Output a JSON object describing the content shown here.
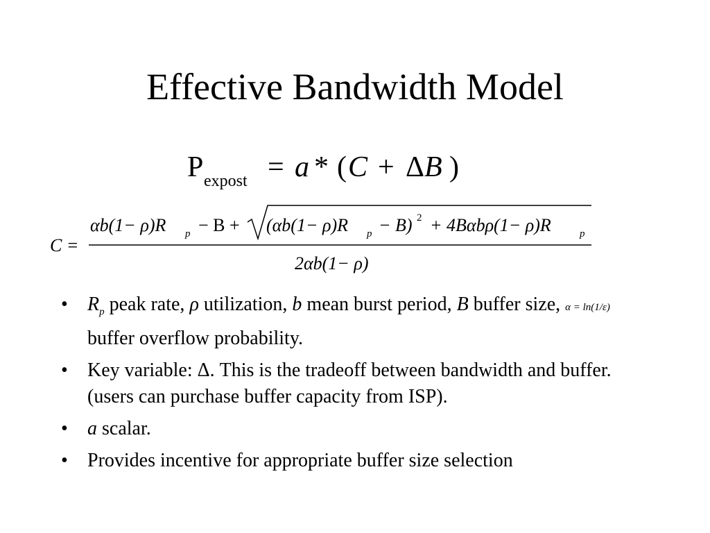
{
  "slide": {
    "title": "Effective Bandwidth Model"
  },
  "formula1": {
    "lhs_symbol": "P",
    "lhs_subscript": "expost",
    "equals": "=",
    "a": "a",
    "star": "*",
    "paren_open": "(",
    "c": "C",
    "plus": "+",
    "delta": "Δ",
    "b": "B",
    "paren_close": ")"
  },
  "formula2": {
    "lhs": "C =",
    "numerator_left": "αb(1− ρ)R",
    "numerator_left_sub": "p",
    "numerator_minus_b": "− B +",
    "radicand_part1": "(αb(1− ρ)R",
    "radicand_sub1": "p",
    "radicand_part2": "− B)",
    "radicand_sup": "2",
    "radicand_part3": "+ 4Bαbρ(1− ρ)R",
    "radicand_sub2": "p",
    "denominator": "2αb(1− ρ)"
  },
  "bullets": {
    "b1": {
      "rp": "R",
      "rp_sub": "p",
      "peak": " peak rate, ",
      "rho": "ρ",
      "util": " utilization, ",
      "b": "b",
      "burst": " mean burst period, ",
      "bigb": "B",
      "buffer": " buffer size,",
      "alpha_formula": "α = ln(1/ε)",
      "overflow": "buffer overflow probability."
    },
    "b2": "Key variable:  Δ. This is the tradeoff between bandwidth and buffer. (users can purchase buffer capacity from ISP).",
    "b3": {
      "a": "a",
      "rest": " scalar."
    },
    "b4": "Provides incentive for appropriate buffer size selection"
  }
}
